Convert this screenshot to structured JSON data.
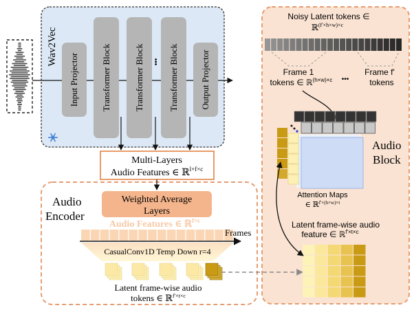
{
  "wav2vec": {
    "title": "Wav2Vec",
    "blocks": [
      {
        "label": "Input Projector"
      },
      {
        "label": "Transformer Block"
      },
      {
        "label": "Transformer Block"
      },
      {
        "label": "Transformer Block"
      },
      {
        "label": "Output Projector"
      }
    ],
    "ellipsis": "•••",
    "frozen_icon": "snowflake-icon"
  },
  "multi_layers": {
    "line1": "Multi-Layers",
    "line2_text": "Audio Features ∈ ℝ",
    "line2_sup": "l×f×c"
  },
  "audio_encoder": {
    "title_line1": "Audio",
    "title_line2": "Encoder",
    "weighted_line1": "Weighted Average",
    "weighted_line2": "Layers",
    "features_text": "Audio Features ∈ ℝ",
    "features_sup": "f×c",
    "frames_label": "Frames",
    "conv_label": "CasualConv1D Temp Down r=4",
    "latent_line1": "Latent frame-wise audio",
    "latent_line2_text": "tokens ∈ ℝ",
    "latent_line2_sup": "f'×t×c"
  },
  "audio_block": {
    "title_line1": "Audio",
    "title_line2": "Block",
    "noisy_line1": "Noisy Latent tokens ∈",
    "noisy_line2_text": "ℝ",
    "noisy_line2_sup": "(f'×h×w)×c",
    "frame1_line1": "Frame 1",
    "frame1_line2_text": "tokens ∈ ℝ",
    "frame1_line2_sup": "(h×w)×c",
    "framef_line1": "Frame f'",
    "framef_line2": "tokens",
    "ellipsis": "•••",
    "attention_line1": "Attention Maps",
    "attention_line2_text": "∈ ℝ",
    "attention_line2_sup": "f'×(h×w)×t",
    "latent_line1": "Latent frame-wise audio",
    "latent_line2_text": "feature ∈ ℝ",
    "latent_line2_sup": "f'×t×c"
  },
  "colors": {
    "wav2vec_bg": "#dce8f5",
    "block_gray": "#b5b5b5",
    "panel_peach": "#fae3d2",
    "panel_border": "#e59d72",
    "weighted_bg": "#f5b58c",
    "feature_strip": "#fbd6b5",
    "latent_gold": "#c99a14",
    "latent_light": "#fdf0b4",
    "attention_bg": "#cfdcf5",
    "ml_border": "#e07b39"
  }
}
